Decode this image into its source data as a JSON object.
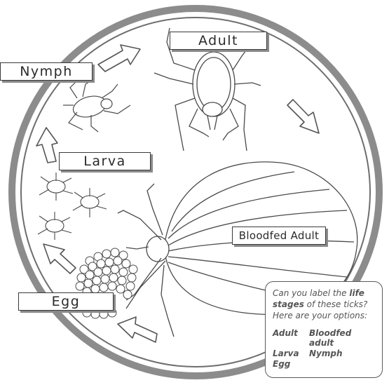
{
  "labels": {
    "adult": "Adult",
    "nymph": "Nymph",
    "larva": "Larva",
    "bloodfed_adult": "Bloodfed Adult",
    "egg": "Egg"
  },
  "callout": {
    "question_pre": "Can you label the ",
    "question_bold1": "life",
    "question_bold2": "stages",
    "question_post": " of these ticks?",
    "options_intro": "Here are your options:",
    "options": [
      "Adult",
      "Bloodfed adult",
      "Larva",
      "Nymph",
      "Egg"
    ]
  },
  "colors": {
    "ring_outer": "#8c8c8c",
    "ring_inner": "#6e6e6e",
    "line": "#4a4a4a",
    "arrow_fill": "#ffffff"
  },
  "icons": [
    "cycle-arrow-icon",
    "tick-adult-icon",
    "tick-nymph-icon",
    "tick-larva-icon",
    "tick-bloodfed-icon",
    "egg-cluster-icon"
  ]
}
